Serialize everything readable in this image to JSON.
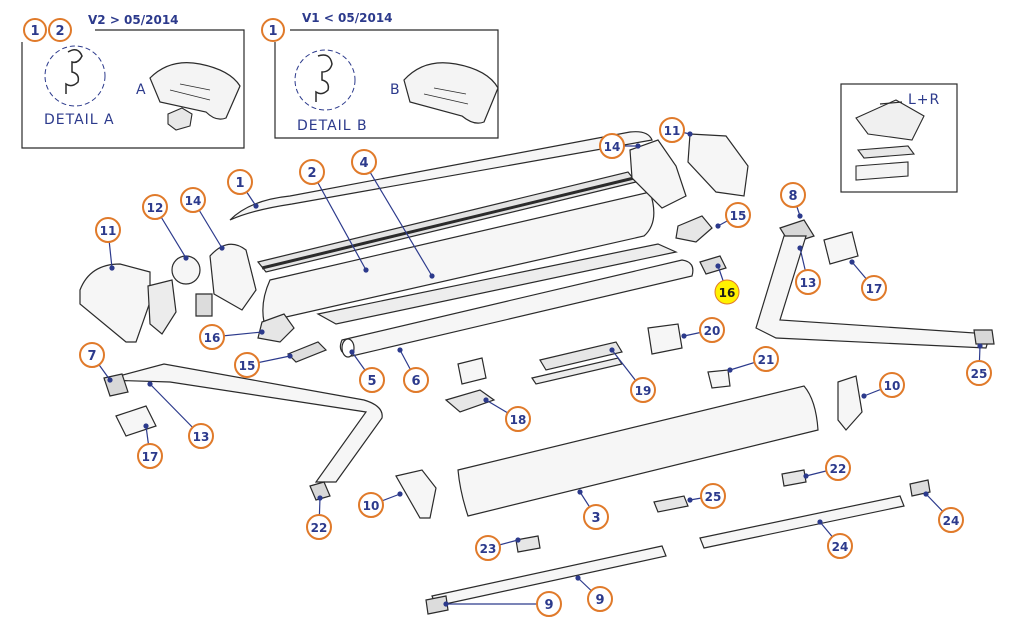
{
  "diagram": {
    "inset_v2": {
      "badges": [
        "1",
        "2"
      ],
      "header": "V2 > 05/2014",
      "detail_label": "DETAIL A",
      "marker": "A"
    },
    "inset_v1": {
      "badges": [
        "1"
      ],
      "header": "V1 < 05/2014",
      "detail_label": "DETAIL B",
      "marker": "B"
    },
    "inset_lr": {
      "label": "L+R"
    },
    "callouts": [
      "1",
      "2",
      "4",
      "14",
      "11",
      "15",
      "8",
      "13",
      "16",
      "17",
      "11",
      "12",
      "14",
      "16",
      "15",
      "20",
      "19",
      "7",
      "13",
      "17",
      "5",
      "6",
      "18",
      "21",
      "25",
      "10",
      "3",
      "10",
      "22",
      "23",
      "25",
      "22",
      "24",
      "9",
      "9",
      "24"
    ],
    "highlighted_callouts": [
      "16"
    ],
    "colors": {
      "line": "#2b2b2b",
      "callout_border": "#e07a2a",
      "callout_text": "#2c3a8c",
      "highlight_fill": "#fff200",
      "leader": "#2c3a8c",
      "inset_text": "#2c3a8c"
    }
  }
}
